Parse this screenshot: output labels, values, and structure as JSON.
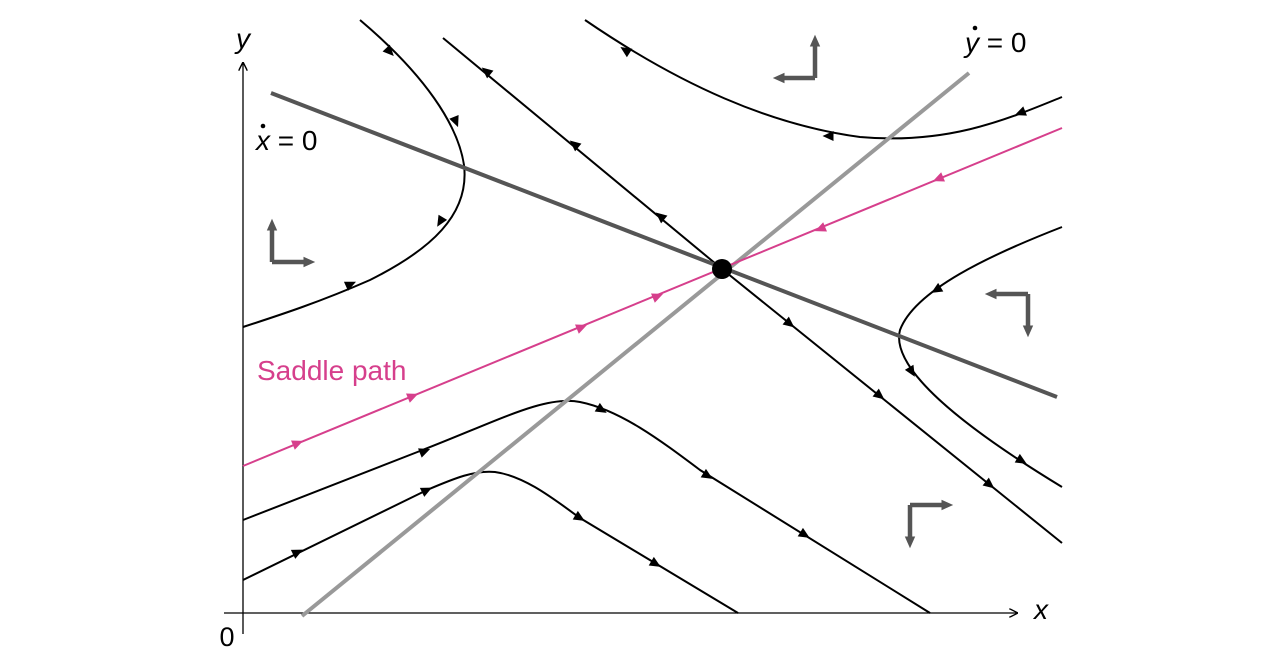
{
  "labels": {
    "y_axis": "y",
    "x_axis": "x",
    "origin": "0",
    "x_nullcline_var": "x",
    "x_nullcline_eq": " = 0",
    "y_nullcline_var": "y",
    "y_nullcline_eq": " = 0",
    "saddle_path": "Saddle path"
  },
  "colors": {
    "background": "#ffffff",
    "axes": "#000000",
    "trajectory": "#000000",
    "x_nullcline": "#555555",
    "y_nullcline": "#999999",
    "saddle_path": "#d63f8c",
    "direction_arrows": "#555555",
    "equilibrium": "#000000"
  },
  "icons": {
    "equilibrium_point": "filled-circle",
    "direction_indicator": "bent-arrow"
  }
}
